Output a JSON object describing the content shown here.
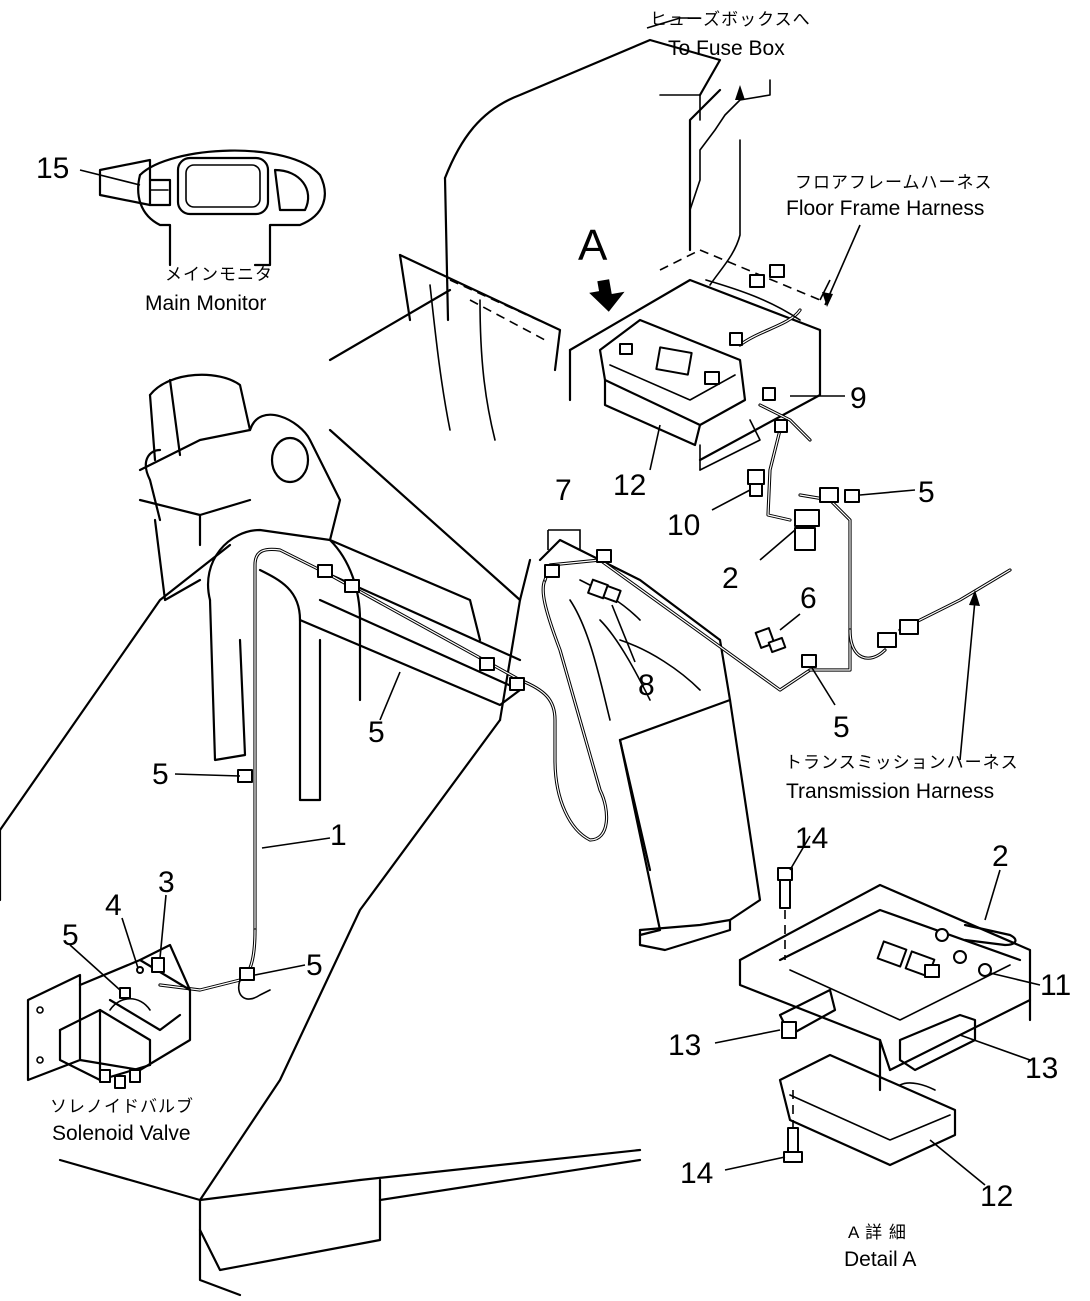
{
  "labels": {
    "fuse_box_jp": "ヒューズボックスへ",
    "fuse_box_en": "To Fuse Box",
    "floor_harness_jp": "フロアフレームハーネス",
    "floor_harness_en": "Floor Frame Harness",
    "main_monitor_jp": "メインモニタ",
    "main_monitor_en": "Main Monitor",
    "transmission_harness_jp": "トランスミッションハーネス",
    "transmission_harness_en": "Transmission Harness",
    "solenoid_valve_jp": "ソレノイドバルブ",
    "solenoid_valve_en": "Solenoid Valve",
    "detail_jp": "A 詳 細",
    "detail_en": "Detail A",
    "view_letter": "A"
  },
  "callouts": {
    "c15": "15",
    "c9": "9",
    "c12_top": "12",
    "c7": "7",
    "c10": "10",
    "c5_right_top": "5",
    "c2_mid": "2",
    "c6": "6",
    "c8": "8",
    "c5_frame": "5",
    "c5_trans": "5",
    "c5_left": "5",
    "c1": "1",
    "c3": "3",
    "c4": "4",
    "c5_valve": "5",
    "c5_valve_clip": "5",
    "c14_top": "14",
    "c2_detail": "2",
    "c11": "11",
    "c13_left": "13",
    "c13_right": "13",
    "c14_bottom": "14",
    "c12_bottom": "12"
  }
}
